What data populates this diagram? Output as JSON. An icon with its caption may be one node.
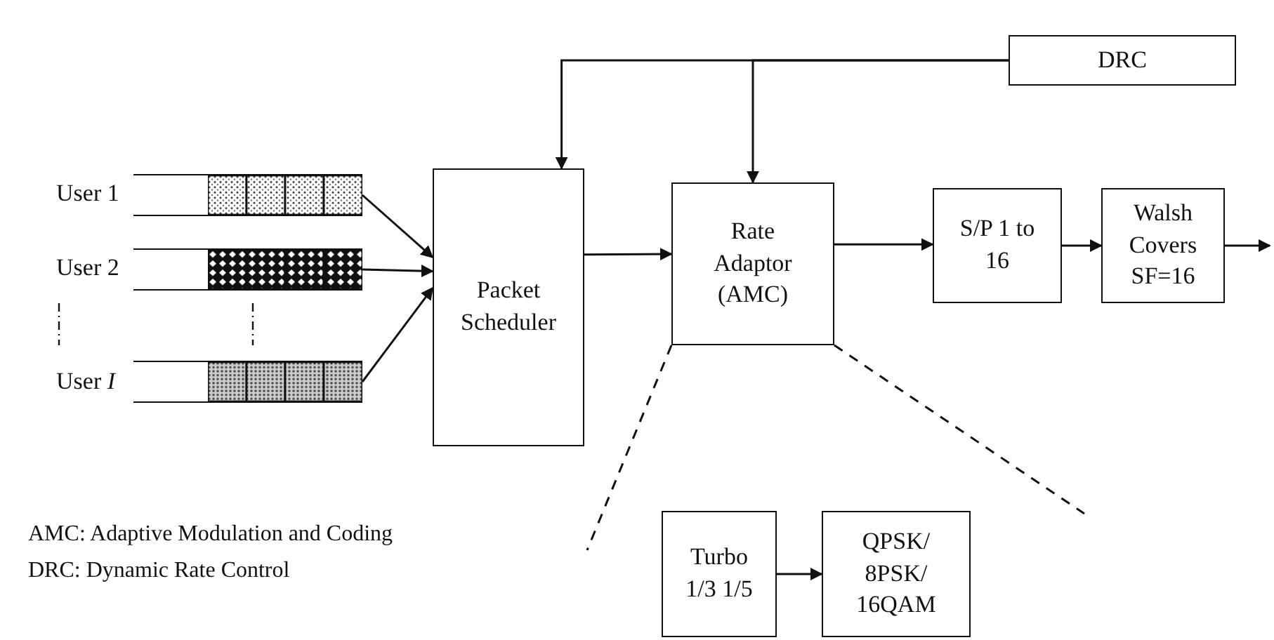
{
  "diagram": {
    "nodes": [
      {
        "text": [],
        "shape": "bar",
        "beside": [
          "User 1"
        ]
      },
      {
        "text": [],
        "shape": "bar",
        "beside": [
          "User 2"
        ]
      },
      {
        "text": [],
        "shape": "bar",
        "beside": [
          "User *I*"
        ]
      },
      {
        "text": [
          "Packet Scheduler"
        ]
      },
      {
        "text": [
          "Rate Adaptor (AMC)"
        ]
      },
      {
        "text": [
          "S/P 1 to 16"
        ]
      },
      {
        "text": [
          "Walsh Covers SF=16"
        ]
      },
      {
        "text": [
          "DRC"
        ]
      },
      {
        "text": [
          "Turbo 1/3 1/5"
        ]
      },
      {
        "text": [
          "QPSK/ 8PSK/ 16QAM"
        ]
      }
    ],
    "edges": [
      {
        "from": 0,
        "to": 3,
        "arrow": "to"
      },
      {
        "from": 1,
        "to": 3,
        "arrow": "to"
      },
      {
        "from": 2,
        "to": 3,
        "arrow": "to"
      },
      {
        "from": 3,
        "to": 4,
        "arrow": "to"
      },
      {
        "from": 4,
        "to": 5,
        "arrow": "to"
      },
      {
        "from": 5,
        "to": 6,
        "arrow": "to"
      },
      {
        "from": 6,
        "to": null,
        "arrow": "to"
      },
      {
        "from": 7,
        "to": 3,
        "arrow": "to"
      },
      {
        "from": 7,
        "to": 4,
        "arrow": "to"
      },
      {
        "from": 8,
        "to": 9,
        "arrow": "to"
      },
      {
        "from": 4,
        "to": null,
        "arrow": "none",
        "style": "dashed"
      },
      {
        "from": 4,
        "to": null,
        "arrow": "none",
        "style": "dashed"
      }
    ],
    "labels": [
      "AMC: Adaptive Modulation and Coding",
      "DRC: Dynamic Rate Control"
    ]
  }
}
